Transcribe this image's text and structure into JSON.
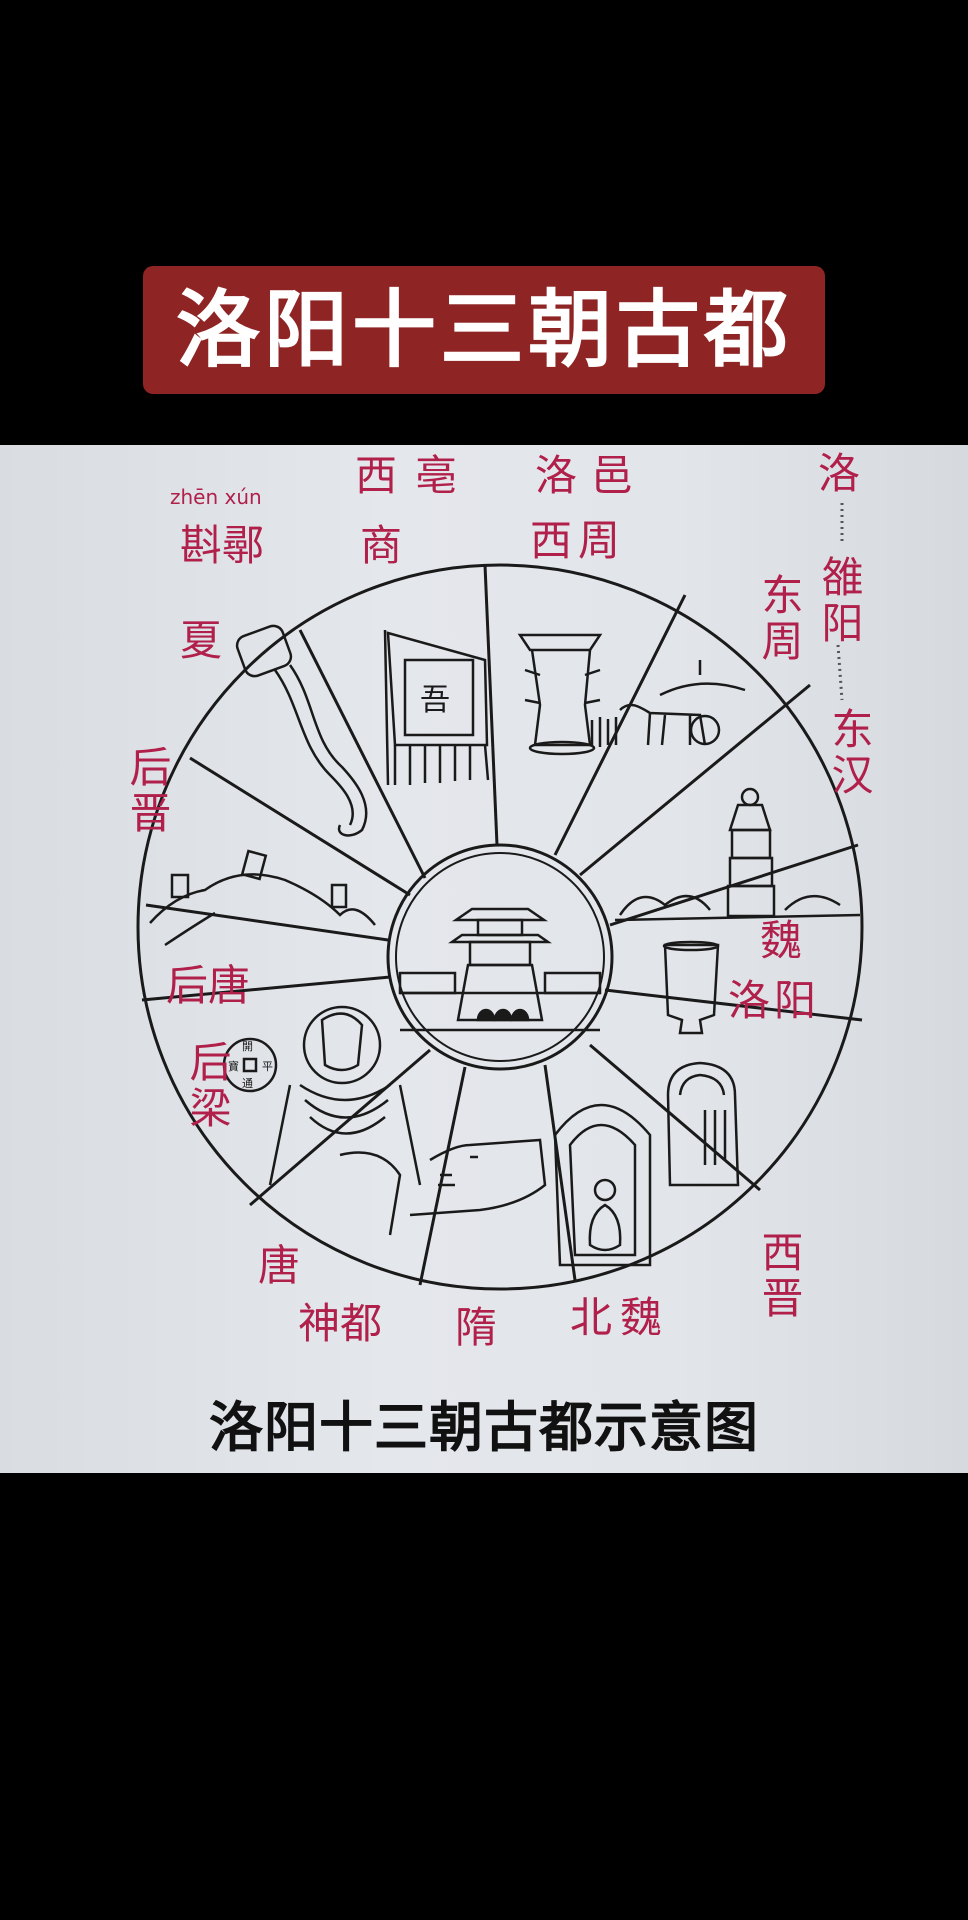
{
  "banner": {
    "title": "洛阳十三朝古都",
    "background": "#8e2424"
  },
  "diagram": {
    "caption": "洛阳十三朝古都示意图",
    "center_image": "city-gate-tower",
    "label_color": "#b0204a",
    "labels": {
      "xia_capital_pinyin": "zhēn xún",
      "xia_capital": "斟鄩",
      "xia": "夏",
      "shang_capital": "西亳",
      "shang": "商",
      "west_zhou_capital": "洛邑",
      "west_zhou": "西周",
      "luo": "洛",
      "xiongyang": "雒阳",
      "east_han": "东汉",
      "east_zhou": "东周",
      "wei_luoyang_1": "魏",
      "wei_luoyang_2": "洛阳",
      "west_jin": "西晋",
      "north_wei": "北魏",
      "sui": "隋",
      "tang": "唐",
      "shendu": "神都",
      "later_liang": "后梁",
      "later_tang": "后唐",
      "later_jin": "后晋"
    },
    "segments": [
      {
        "dynasty": "夏",
        "icon": "jade-dragon-artifact"
      },
      {
        "dynasty": "商",
        "icon": "banner-flag"
      },
      {
        "dynasty": "西周",
        "icon": "bronze-vessel"
      },
      {
        "dynasty": "东周",
        "icon": "horse-chariot"
      },
      {
        "dynasty": "东汉",
        "icon": "pagoda"
      },
      {
        "dynasty": "魏",
        "icon": "cup"
      },
      {
        "dynasty": "西晋",
        "icon": "stone-stele"
      },
      {
        "dynasty": "北魏",
        "icon": "grotto-buddha"
      },
      {
        "dynasty": "隋",
        "icon": "canal-landscape"
      },
      {
        "dynasty": "唐",
        "icon": "buddha-statue"
      },
      {
        "dynasty": "后梁",
        "icon": "coin"
      },
      {
        "dynasty": "后唐",
        "icon": "mountains"
      },
      {
        "dynasty": "后晋",
        "icon": "mountains-tombs"
      }
    ]
  }
}
